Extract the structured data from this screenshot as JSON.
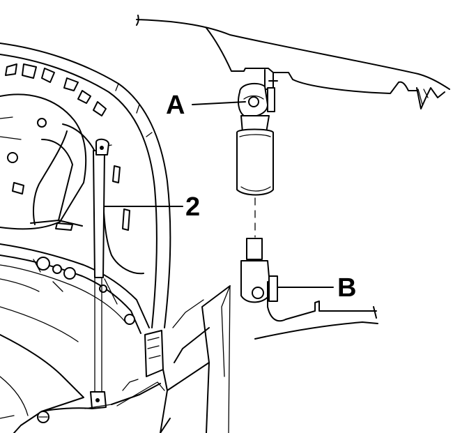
{
  "callouts": {
    "a": "A",
    "b": "B",
    "two": "2"
  }
}
